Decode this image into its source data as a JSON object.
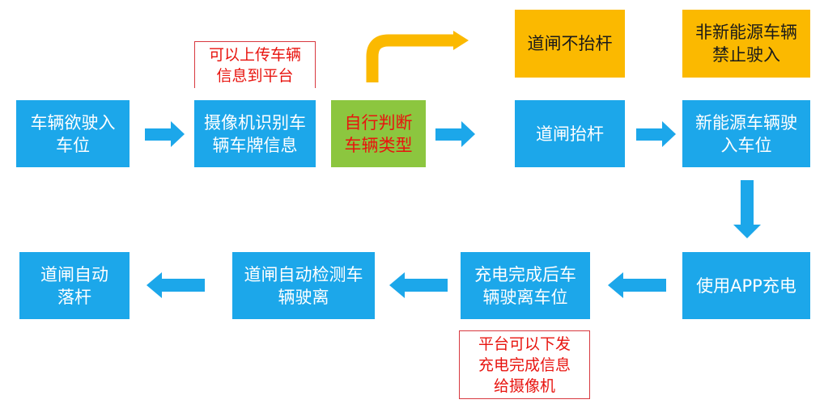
{
  "colors": {
    "blue": "#1ca7ea",
    "green": "#8cc63f",
    "yellow": "#fbb900",
    "red": "#e8140f"
  },
  "nodes": {
    "car_enter": "车辆欲驶入\n车位",
    "camera": "摄像机识别车\n辆车牌信息",
    "judge": "自行判断\n车辆类型",
    "gate_up": "道闸抬杆",
    "nev_enter": "新能源车辆驶\n入车位",
    "gate_no": "道闸不抬杆",
    "non_nev": "非新能源车辆\n禁止驶入",
    "use_app": "使用APP充电",
    "charge_done": "充电完成后车\n辆驶离车位",
    "detect_leave": "道闸自动检测车\n辆驶离",
    "gate_down": "道闸自动\n落杆"
  },
  "notes": {
    "upload": "可以上传车辆\n信息到平台",
    "platform": "平台可以下发\n充电完成信息\n给摄像机"
  }
}
